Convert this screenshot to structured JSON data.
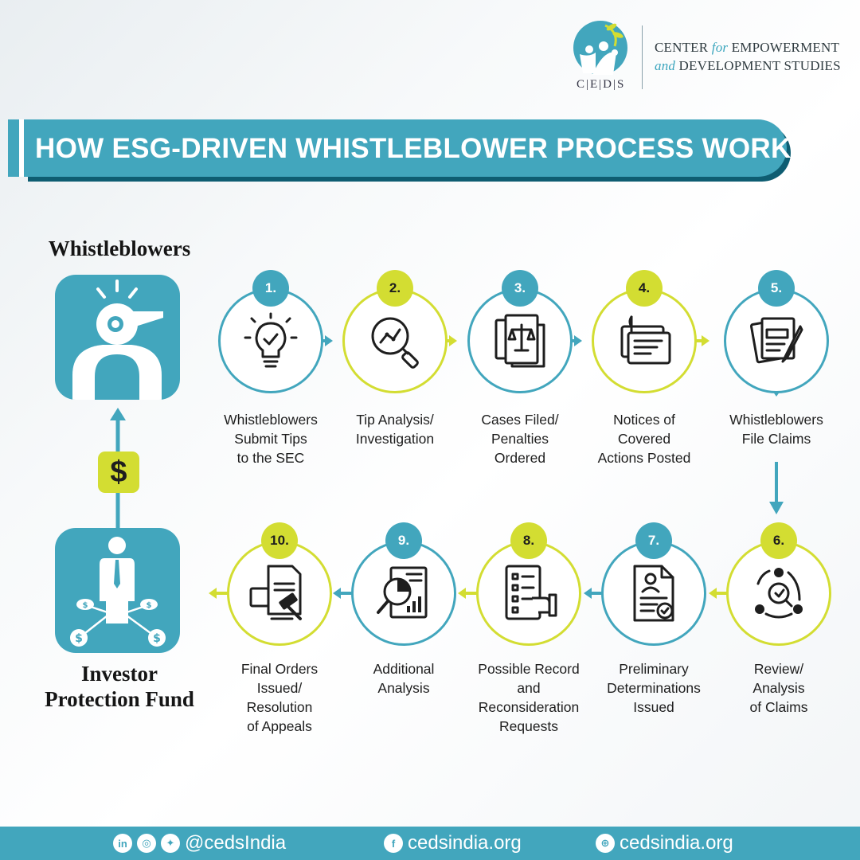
{
  "logo": {
    "letters": "C|E|D|S",
    "line1_a": "CENTER ",
    "line1_b": "for",
    "line1_c": " EMPOWERMENT",
    "line2_a": "and",
    "line2_b": " DEVELOPMENT STUDIES"
  },
  "banner": {
    "title": "HOW ESG-DRIVEN WHISTLEBLOWER PROCESS WORKS"
  },
  "left": {
    "top_label": "Whistleblowers",
    "bottom_label_1": "Investor",
    "bottom_label_2": "Protection Fund",
    "badge": "$"
  },
  "steps": [
    {
      "number": "1.",
      "lines": [
        "Whistleblowers",
        "Submit Tips",
        "to  the SEC"
      ],
      "icon": "lightbulb-check-icon"
    },
    {
      "number": "2.",
      "lines": [
        "Tip Analysis/",
        "Investigation"
      ],
      "icon": "magnifier-chart-icon"
    },
    {
      "number": "3.",
      "lines": [
        "Cases Filed/",
        "Penalties",
        "Ordered"
      ],
      "icon": "legal-document-icon"
    },
    {
      "number": "4.",
      "lines": [
        "Notices of",
        "Covered",
        "Actions Posted"
      ],
      "icon": "notice-board-icon"
    },
    {
      "number": "5.",
      "lines": [
        "Whistleblowers",
        "File Claims"
      ],
      "icon": "claim-papers-pen-icon"
    },
    {
      "number": "6.",
      "lines": [
        "Review/",
        "Analysis",
        "of Claims"
      ],
      "icon": "gears-review-icon"
    },
    {
      "number": "7.",
      "lines": [
        "Preliminary",
        "Determinations",
        "Issued"
      ],
      "icon": "profile-document-icon"
    },
    {
      "number": "8.",
      "lines": [
        "Possible Record",
        "and",
        "Reconsideration",
        "Requests"
      ],
      "icon": "checklist-hand-icon"
    },
    {
      "number": "9.",
      "lines": [
        "Additional",
        "Analysis"
      ],
      "icon": "report-magnifier-icon"
    },
    {
      "number": "10.",
      "lines": [
        "Final Orders",
        "Issued/",
        "Resolution",
        "of Appeals"
      ],
      "icon": "gavel-document-icon"
    }
  ],
  "footer": {
    "social_handle": "@cedsIndia",
    "facebook": "cedsindia.org",
    "website": "cedsindia.org"
  },
  "colors": {
    "teal": "#42a6bd",
    "lime": "#d3dd32",
    "dark_teal": "#0e5d72"
  }
}
